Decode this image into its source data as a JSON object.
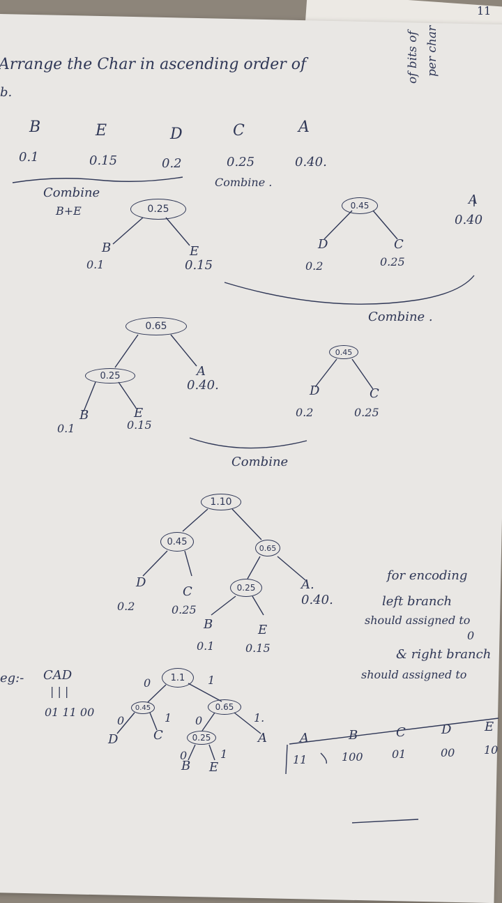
{
  "heading": {
    "line1": "Arrange the Char in ascending order of",
    "line2": "b."
  },
  "side_note": {
    "line1": "of bits of",
    "line2": "per char"
  },
  "corner_mark": "11",
  "symbols": [
    {
      "char": "B",
      "prob": "0.1"
    },
    {
      "char": "E",
      "prob": "0.15"
    },
    {
      "char": "D",
      "prob": "0.2"
    },
    {
      "char": "C",
      "prob": "0.25"
    },
    {
      "char": "A",
      "prob": "0.40."
    }
  ],
  "step1": {
    "combine_be": "Combine",
    "combine_be_sub": "B+E",
    "combine_dc": "Combine .",
    "tree_be": {
      "root": "0.25",
      "left": "B",
      "left_p": "0.1",
      "right": "E",
      "right_p": "0.15"
    },
    "tree_dc": {
      "root": "0.45",
      "left": "D",
      "left_p": "0.2",
      "right": "C",
      "right_p": "0.25"
    },
    "lone_a": {
      "char": "A",
      "prob": "0.40"
    }
  },
  "step2": {
    "combine": "Combine .",
    "tree_65": {
      "root": "0.65",
      "sub": "0.25",
      "b": "B",
      "b_p": "0.1",
      "e": "E",
      "e_p": "0.15",
      "a": "A",
      "a_p": "0.40."
    },
    "tree_45": {
      "root": "0.45",
      "left": "D",
      "left_p": "0.2",
      "right": "C",
      "right_p": "0.25"
    }
  },
  "step3": {
    "combine": "Combine",
    "root": "1.10",
    "n45": "0.45",
    "d": "D",
    "d_p": "0.2",
    "c": "C",
    "c_p": "0.25",
    "n65": "0.65",
    "n25": "0.25",
    "a": "A.",
    "a_p": "0.40.",
    "b": "B",
    "b_p": "0.1",
    "e": "E",
    "e_p": "0.15"
  },
  "note": {
    "line1": "for encoding",
    "line2": "left branch",
    "line3": "should assigned to",
    "line4": "0",
    "line5": "& right branch",
    "line6": "should assigned to"
  },
  "final_tree": {
    "root": "1.1",
    "n45": "0.45",
    "n65": "0.65",
    "n25": "0.25",
    "edge_labels": {
      "r_left": "0",
      "r_right": "1",
      "l_left": "0",
      "l_right": "1",
      "r2_left": "0",
      "r2_right": "1.",
      "s_left": "0",
      "s_right": "1"
    },
    "leaves": {
      "d": "D",
      "c": "C",
      "a": "A",
      "b": "B",
      "e": "E"
    }
  },
  "example": {
    "label": "eg:-",
    "word": "CAD",
    "marks": "| | |",
    "code": "01 11 00"
  },
  "code_table": {
    "chars": [
      "A",
      "B",
      "C",
      "D",
      "E"
    ],
    "codes": [
      "11",
      "100",
      "01",
      "00",
      "10"
    ]
  }
}
